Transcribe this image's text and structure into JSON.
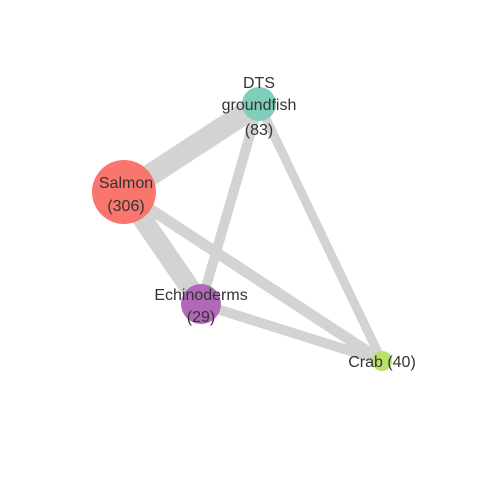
{
  "nodes": [
    {
      "id": "dts",
      "lines": [
        "DTS",
        "groundfish",
        "(83)"
      ],
      "color": "#7fcdbb"
    },
    {
      "id": "salmon",
      "lines": [
        "Salmon",
        "(306)"
      ],
      "color": "#f8766d"
    },
    {
      "id": "echinoderms",
      "lines": [
        "Echinoderms",
        "(29)"
      ],
      "color": "#b069b8"
    },
    {
      "id": "crab",
      "lines": [
        "Crab (40)"
      ],
      "color": "#b7e16b"
    }
  ],
  "edge_color": "#d3d3d3"
}
